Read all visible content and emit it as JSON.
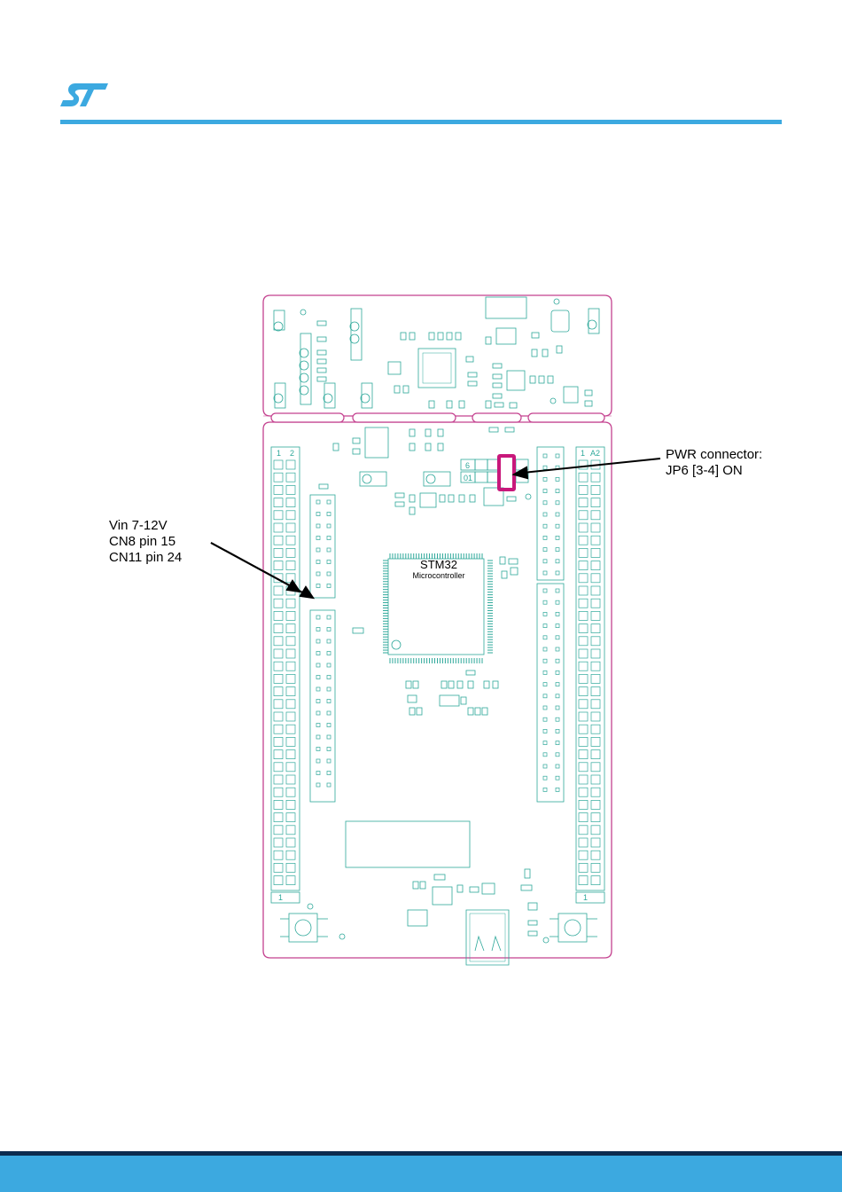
{
  "brand": {
    "logo_icon": "st-logo-icon",
    "accent_color": "#3ca9e0",
    "footer_dark_color": "#0c2c4f"
  },
  "board": {
    "outline_color": "#c4418f",
    "trace_color": "#2ea89a",
    "highlight_color": "#c8187b"
  },
  "annotations": {
    "pwr_connector": {
      "line1": "PWR connector:",
      "line2": "JP6 [3-4] ON"
    },
    "vin": {
      "line1": "Vin 7-12V",
      "line2": "CN8 pin 15",
      "line3": "CN11 pin 24"
    }
  },
  "mcu": {
    "title": "STM32",
    "subtitle": "Microcontroller"
  },
  "silkscreen": {
    "jp6_top": "6",
    "jp6_bottom": "01",
    "pin1_left": "1",
    "pin2_left": "2",
    "pin1_right": "1",
    "pin2_right": "A2",
    "pin_bottom_left": "1",
    "pin_bottom_right": "1"
  }
}
